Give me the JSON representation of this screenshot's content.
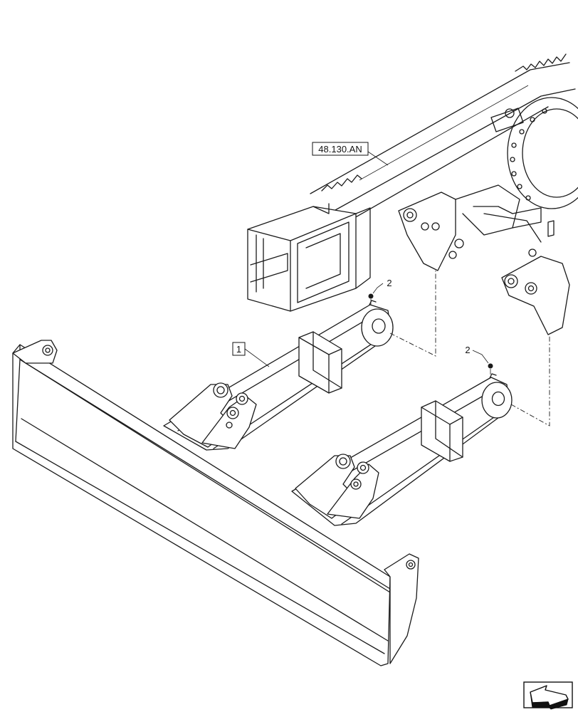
{
  "callouts": {
    "ref_label": "48.130.AN",
    "item_1": "1",
    "item_2a": "2",
    "item_2b": "2"
  },
  "icons": {
    "nav": "next-page-arrow-icon"
  }
}
